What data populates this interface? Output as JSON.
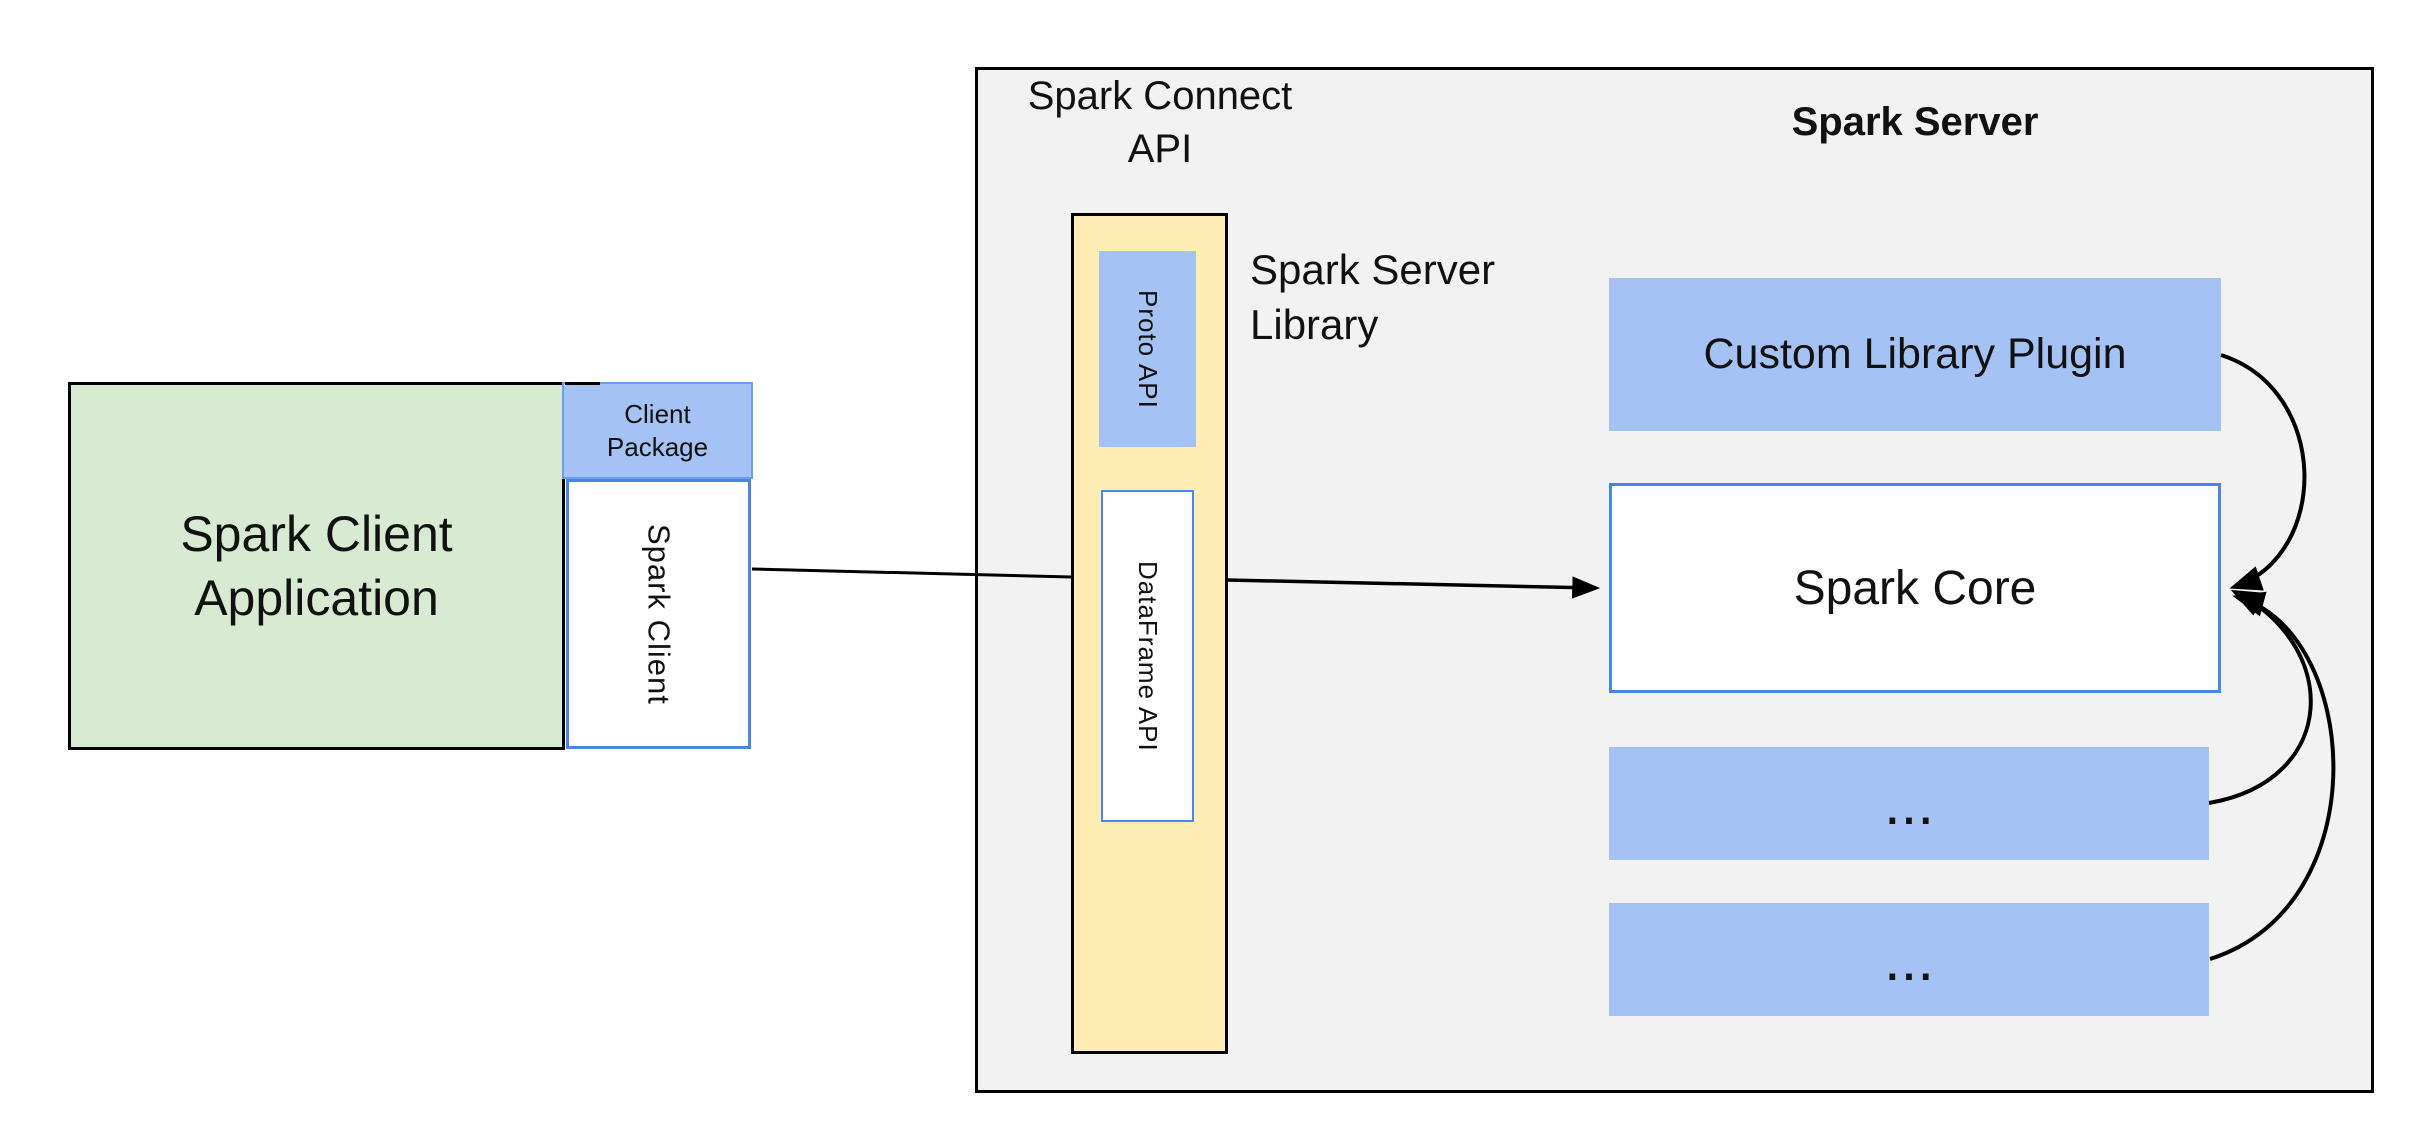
{
  "colors": {
    "background": "#ffffff",
    "container_fill": "#f2f2f2",
    "container_border": "#000000",
    "green_fill": "#d9ead3",
    "blue_fill": "#a4c2f4",
    "yellow_fill": "#ffedb5",
    "blue_border": "#4a86e8",
    "package_border": "#6d9eeb",
    "text": "#111111",
    "connector": "#000000"
  },
  "client": {
    "app_line1": "Spark Client",
    "app_line2": "Application",
    "package_line1": "Client",
    "package_line2": "Package",
    "client_box_label": "Spark Client"
  },
  "connect": {
    "api_line1": "Spark Connect",
    "api_line2": "API",
    "proto_label": "Proto API",
    "dataframe_label": "DataFrame API",
    "library_line1": "Spark Server",
    "library_line2": "Library"
  },
  "server": {
    "title": "Spark Server",
    "plugin_label": "Custom Library Plugin",
    "core_label": "Spark Core",
    "module1_label": "...",
    "module2_label": "..."
  }
}
